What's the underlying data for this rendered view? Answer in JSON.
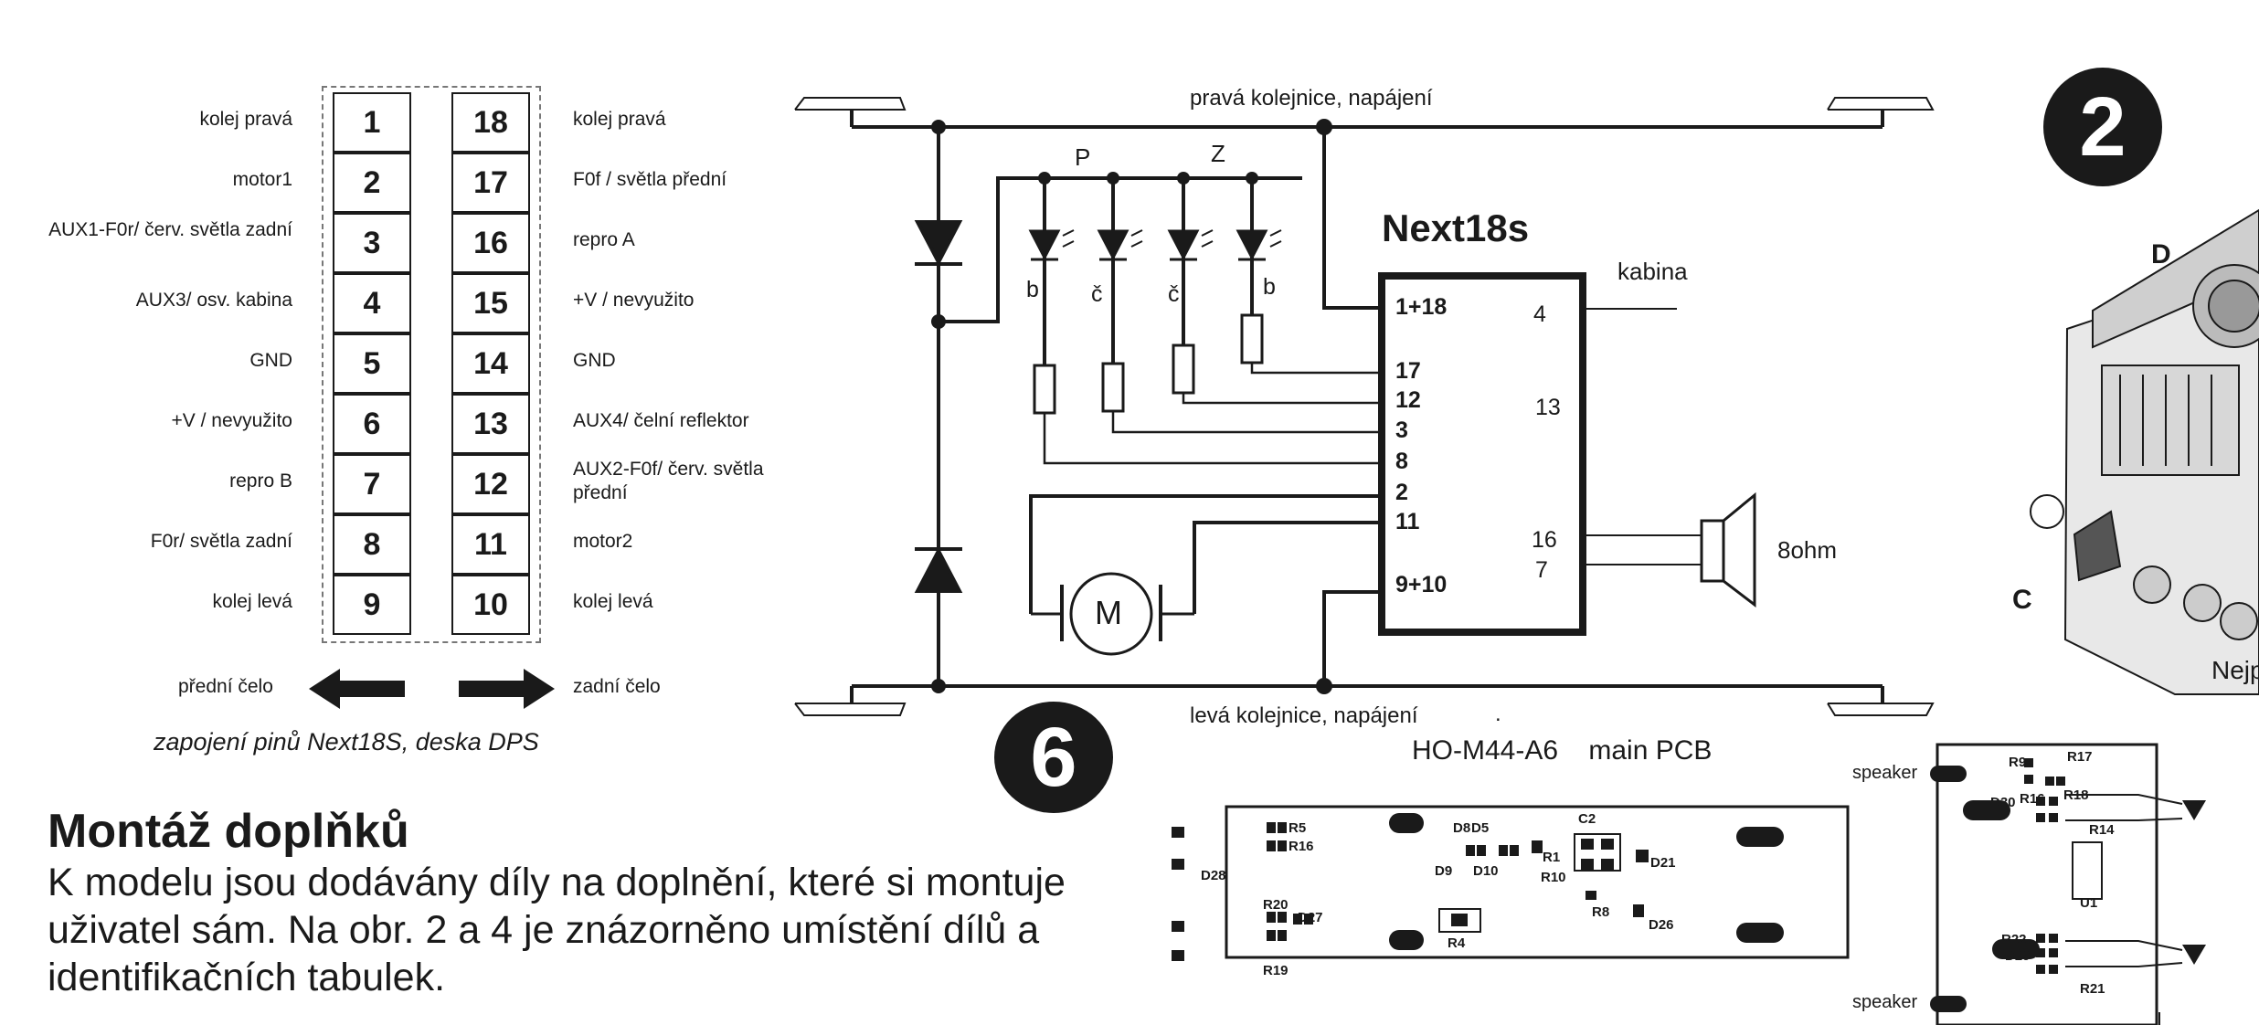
{
  "pinout": {
    "left_labels": [
      "kolej pravá",
      "motor1",
      "AUX1-F0r/ červ. světla zadní",
      "AUX3/ osv. kabina",
      "GND",
      "+V / nevyužito",
      "repro B",
      "F0r/ světla zadní",
      "kolej levá"
    ],
    "left_pins": [
      "1",
      "2",
      "3",
      "4",
      "5",
      "6",
      "7",
      "8",
      "9"
    ],
    "right_pins": [
      "18",
      "17",
      "16",
      "15",
      "14",
      "13",
      "12",
      "11",
      "10"
    ],
    "right_labels": [
      "kolej pravá",
      "F0f / světla přední",
      "repro A",
      "+V / nevyužito",
      "GND",
      "AUX4/ čelní reflektor",
      "AUX2-F0f/ červ. světla přední",
      "motor2",
      "kolej levá"
    ],
    "front_label": "přední čelo",
    "rear_label": "zadní čelo",
    "caption": "zapojení pinů Next18S, deska DPS"
  },
  "schematic": {
    "top_rail": "pravá kolejnice, napájení",
    "bottom_rail": "levá kolejnice, napájení",
    "decoder_name": "Next18s",
    "decoder_left_pins": [
      "1+18",
      "17",
      "12",
      "3",
      "8",
      "2",
      "11",
      "9+10"
    ],
    "decoder_right_pins": [
      "4",
      "13",
      "16",
      "7"
    ],
    "cabin_label": "kabina",
    "speaker_label": "8ohm",
    "motor_label": "M",
    "led_group_labels": [
      "P",
      "Z"
    ],
    "led_colors": [
      "b",
      "č",
      "č",
      "b"
    ],
    "dot": "."
  },
  "badges": {
    "six": "6",
    "two": "2"
  },
  "photo": {
    "label_d": "D",
    "label_c": "C",
    "caption_partial": "Nejprv"
  },
  "pcb": {
    "title": "HO-M44-A6    main PCB",
    "components": [
      "R5",
      "R16",
      "D8",
      "D5",
      "C2",
      "D28",
      "D9",
      "D10",
      "R1",
      "R10",
      "D21",
      "R20",
      "D27",
      "R8",
      "D26",
      "R4",
      "R19"
    ],
    "side_components": [
      "R9",
      "R17",
      "D30",
      "R16",
      "R18",
      "R14",
      "U1",
      "R22",
      "D29",
      "R21"
    ],
    "speaker_label": "speaker"
  },
  "section": {
    "heading": "Montáž doplňků",
    "body": "K modelu jsou dodávány díly na doplnění, které si montuje uživatel sám. Na obr. 2 a 4 je znázorněno umístění dílů a identifikačních tabulek."
  }
}
